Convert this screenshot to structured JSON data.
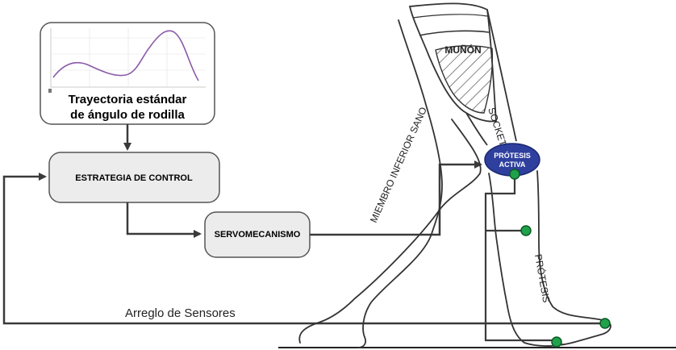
{
  "diagram": {
    "trajectory_box": {
      "line1": "Trayectoria estándar",
      "line2": "de ángulo de rodilla"
    },
    "control_box": "ESTRATEGIA DE CONTROL",
    "servo_box": "SERVOMECANISMO",
    "sensors_label": "Arreglo de Sensores",
    "leg_labels": {
      "stump": "MUÑÓN",
      "socket": "SOCKET",
      "healthy_limb": "MIEMBRO INFERIOR SANO",
      "prosthesis": "PRÓTESIS"
    },
    "active_prosthesis": {
      "line1": "PRÓTESIS",
      "line2": "ACTIVA"
    },
    "colors": {
      "box_fill": "#ececec",
      "box_stroke": "#555555",
      "arrow": "#3a3a3a",
      "sensor_node": "#1fa24a",
      "active_node": "#2e3f9e"
    }
  }
}
